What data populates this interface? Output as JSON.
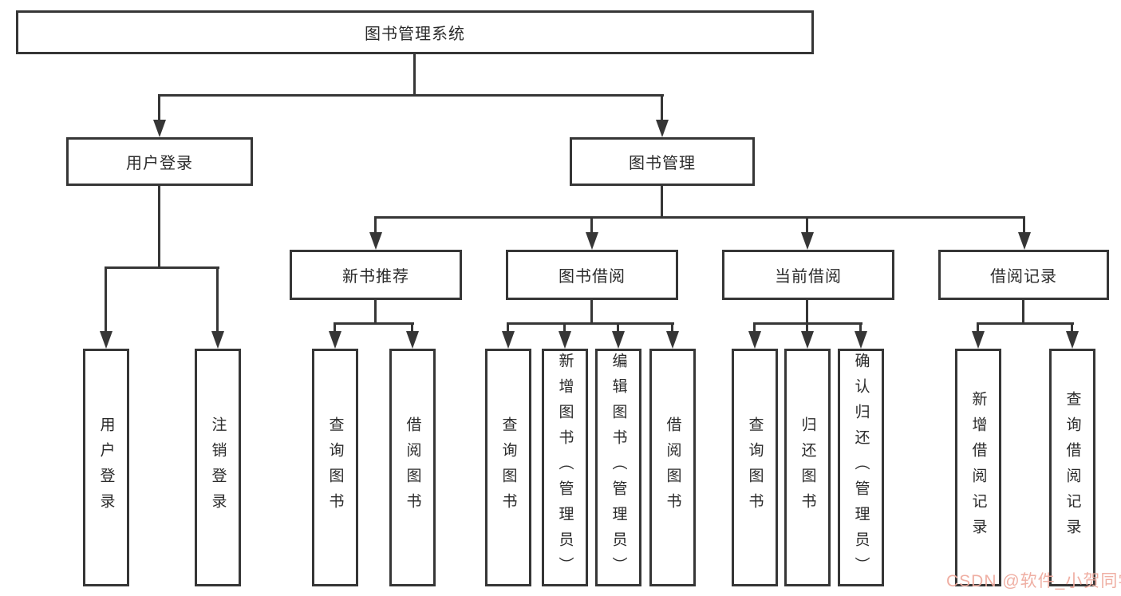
{
  "diagram": {
    "root": "图书管理系统",
    "level2": [
      "用户登录",
      "图书管理"
    ],
    "level3": [
      "新书推荐",
      "图书借阅",
      "当前借阅",
      "借阅记录"
    ],
    "leaves": {
      "user_login": [
        "用户登录",
        "注销登录"
      ],
      "new_book_recommend": [
        "查询图书",
        "借阅图书"
      ],
      "book_borrow": [
        "查询图书",
        "新增图书（管理员）",
        "编辑图书（管理员）",
        "借阅图书"
      ],
      "current_borrow": [
        "查询图书",
        "归还图书",
        "确认归还（管理员）"
      ],
      "borrow_records": [
        "新增借阅记录",
        "查询借阅记录"
      ]
    }
  },
  "watermark": "CSDN @软件_小贺同学",
  "colors": {
    "line": "#363636",
    "box_border": "#363636",
    "box_fill": "#ffffff",
    "text": "#2b2b2b",
    "watermark": "#efab9f",
    "background": "#ffffff"
  }
}
